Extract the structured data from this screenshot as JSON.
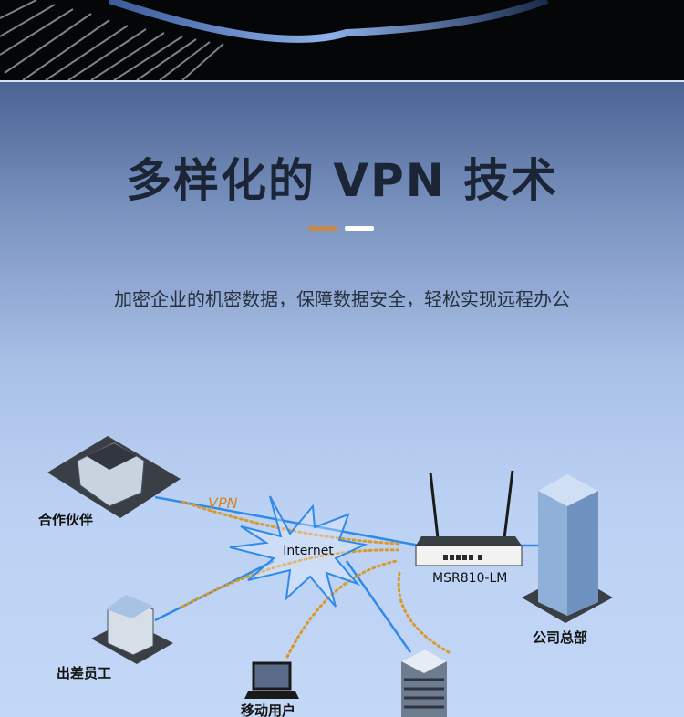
{
  "title": "多样化的 VPN 技术",
  "subtitle": "加密企业的机密数据，保障数据安全，轻松实现远程办公",
  "accent_colors": {
    "orange": "#c8884a",
    "white": "#ffffff",
    "link_blue": "#2f8ae8",
    "vpn_dotted": "#d99a2b"
  },
  "diagram": {
    "vpn_label": "VPN",
    "internet_label": "Internet",
    "router_label": "MSR810-LM",
    "nodes": {
      "partner": "合作伙伴",
      "traveling_staff": "出差员工",
      "mobile_user": "移动用户",
      "headquarters": "公司总部"
    }
  }
}
